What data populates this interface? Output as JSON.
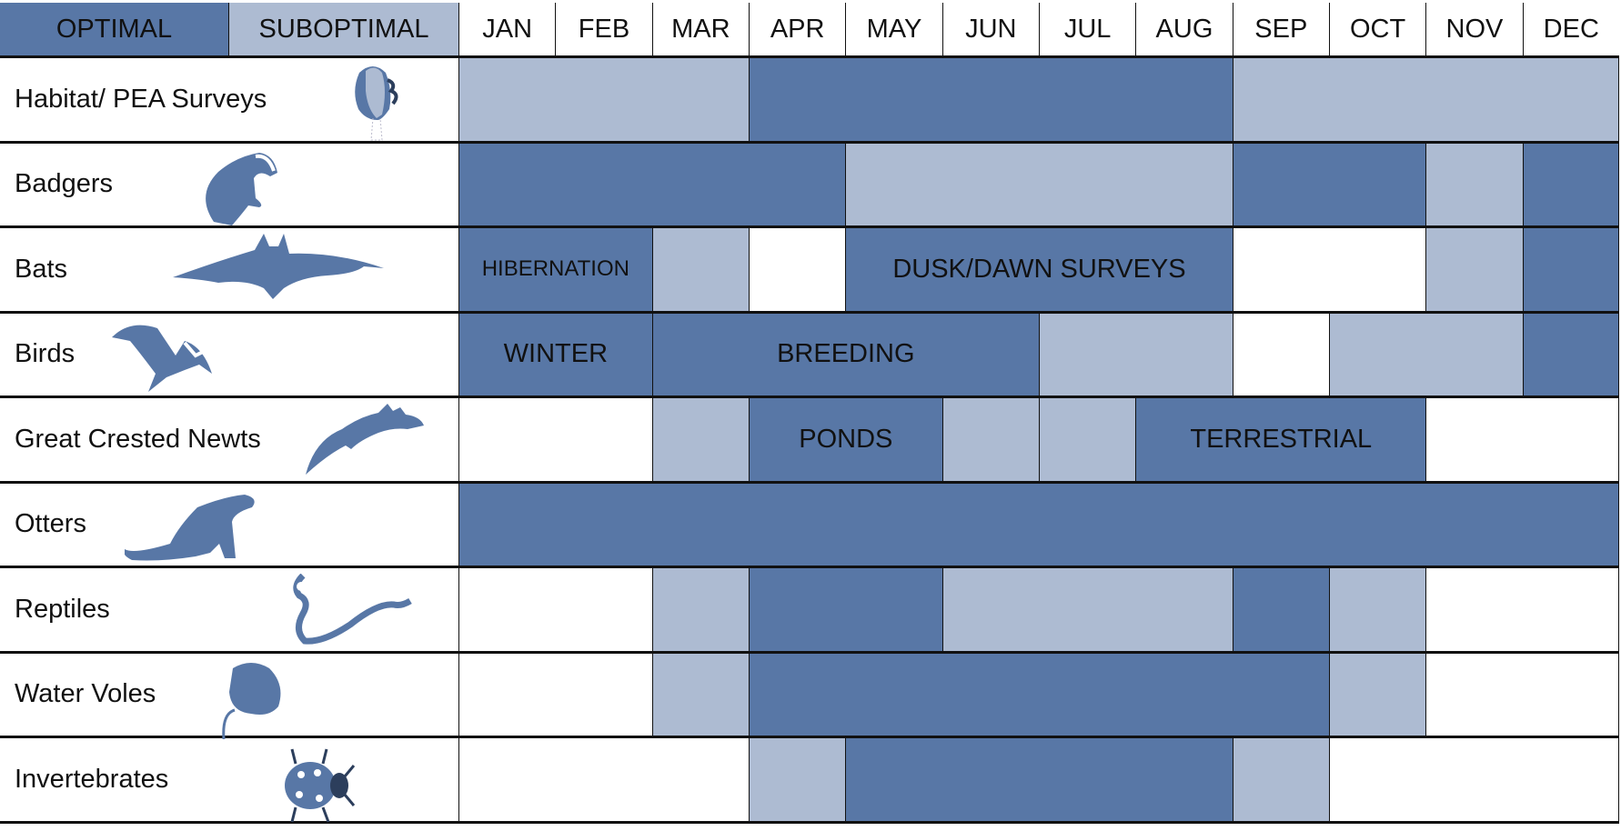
{
  "legend": {
    "optimal": "OPTIMAL",
    "suboptimal": "SUBOPTIMAL"
  },
  "colors": {
    "optimal": "#5877a6",
    "suboptimal": "#adbbd2",
    "none": "#ffffff"
  },
  "months": [
    "JAN",
    "FEB",
    "MAR",
    "APR",
    "MAY",
    "JUN",
    "JUL",
    "AUG",
    "SEP",
    "OCT",
    "NOV",
    "DEC"
  ],
  "rows": [
    {
      "name": "Habitat/ PEA Surveys",
      "icon": "tree-icon",
      "segments": [
        {
          "start": 1,
          "span": 3,
          "level": "sub"
        },
        {
          "start": 4,
          "span": 5,
          "level": "opt"
        },
        {
          "start": 9,
          "span": 4,
          "level": "sub"
        }
      ]
    },
    {
      "name": "Badgers",
      "icon": "badger-icon",
      "segments": [
        {
          "start": 1,
          "span": 4,
          "level": "opt"
        },
        {
          "start": 5,
          "span": 4,
          "level": "sub"
        },
        {
          "start": 9,
          "span": 2,
          "level": "opt"
        },
        {
          "start": 11,
          "span": 1,
          "level": "sub"
        },
        {
          "start": 12,
          "span": 1,
          "level": "opt"
        }
      ]
    },
    {
      "name": "Bats",
      "icon": "bat-icon",
      "segments": [
        {
          "start": 1,
          "span": 2,
          "level": "opt",
          "label": "HIBERNATION"
        },
        {
          "start": 3,
          "span": 1,
          "level": "sub"
        },
        {
          "start": 4,
          "span": 1,
          "level": "none"
        },
        {
          "start": 5,
          "span": 4,
          "level": "opt",
          "label": "DUSK/DAWN SURVEYS"
        },
        {
          "start": 9,
          "span": 2,
          "level": "none"
        },
        {
          "start": 11,
          "span": 1,
          "level": "sub"
        },
        {
          "start": 12,
          "span": 1,
          "level": "opt"
        }
      ]
    },
    {
      "name": "Birds",
      "icon": "bird-icon",
      "segments": [
        {
          "start": 1,
          "span": 2,
          "level": "opt",
          "label": "WINTER"
        },
        {
          "start": 3,
          "span": 4,
          "level": "opt",
          "label": "BREEDING"
        },
        {
          "start": 7,
          "span": 2,
          "level": "sub"
        },
        {
          "start": 9,
          "span": 1,
          "level": "none"
        },
        {
          "start": 10,
          "span": 2,
          "level": "sub"
        },
        {
          "start": 12,
          "span": 1,
          "level": "opt"
        }
      ]
    },
    {
      "name": "Great Crested Newts",
      "icon": "newt-icon",
      "segments": [
        {
          "start": 1,
          "span": 2,
          "level": "none"
        },
        {
          "start": 3,
          "span": 1,
          "level": "sub"
        },
        {
          "start": 4,
          "span": 2,
          "level": "opt",
          "label": "PONDS"
        },
        {
          "start": 6,
          "span": 1,
          "level": "sub"
        },
        {
          "start": 7,
          "span": 1,
          "level": "sub"
        },
        {
          "start": 8,
          "span": 3,
          "level": "opt",
          "label": "TERRESTRIAL"
        },
        {
          "start": 11,
          "span": 2,
          "level": "none"
        }
      ]
    },
    {
      "name": "Otters",
      "icon": "otter-icon",
      "segments": [
        {
          "start": 1,
          "span": 12,
          "level": "opt"
        }
      ]
    },
    {
      "name": "Reptiles",
      "icon": "snake-icon",
      "segments": [
        {
          "start": 1,
          "span": 2,
          "level": "none"
        },
        {
          "start": 3,
          "span": 1,
          "level": "sub"
        },
        {
          "start": 4,
          "span": 2,
          "level": "opt"
        },
        {
          "start": 6,
          "span": 3,
          "level": "sub"
        },
        {
          "start": 9,
          "span": 1,
          "level": "opt"
        },
        {
          "start": 10,
          "span": 1,
          "level": "sub"
        },
        {
          "start": 11,
          "span": 2,
          "level": "none"
        }
      ]
    },
    {
      "name": "Water Voles",
      "icon": "vole-icon",
      "segments": [
        {
          "start": 1,
          "span": 2,
          "level": "none"
        },
        {
          "start": 3,
          "span": 1,
          "level": "sub"
        },
        {
          "start": 4,
          "span": 6,
          "level": "opt"
        },
        {
          "start": 10,
          "span": 1,
          "level": "sub"
        },
        {
          "start": 11,
          "span": 2,
          "level": "none"
        }
      ]
    },
    {
      "name": "Invertebrates",
      "icon": "ladybird-icon",
      "segments": [
        {
          "start": 1,
          "span": 3,
          "level": "none"
        },
        {
          "start": 4,
          "span": 1,
          "level": "sub"
        },
        {
          "start": 5,
          "span": 4,
          "level": "opt"
        },
        {
          "start": 9,
          "span": 1,
          "level": "sub"
        },
        {
          "start": 10,
          "span": 3,
          "level": "none"
        }
      ]
    }
  ]
}
